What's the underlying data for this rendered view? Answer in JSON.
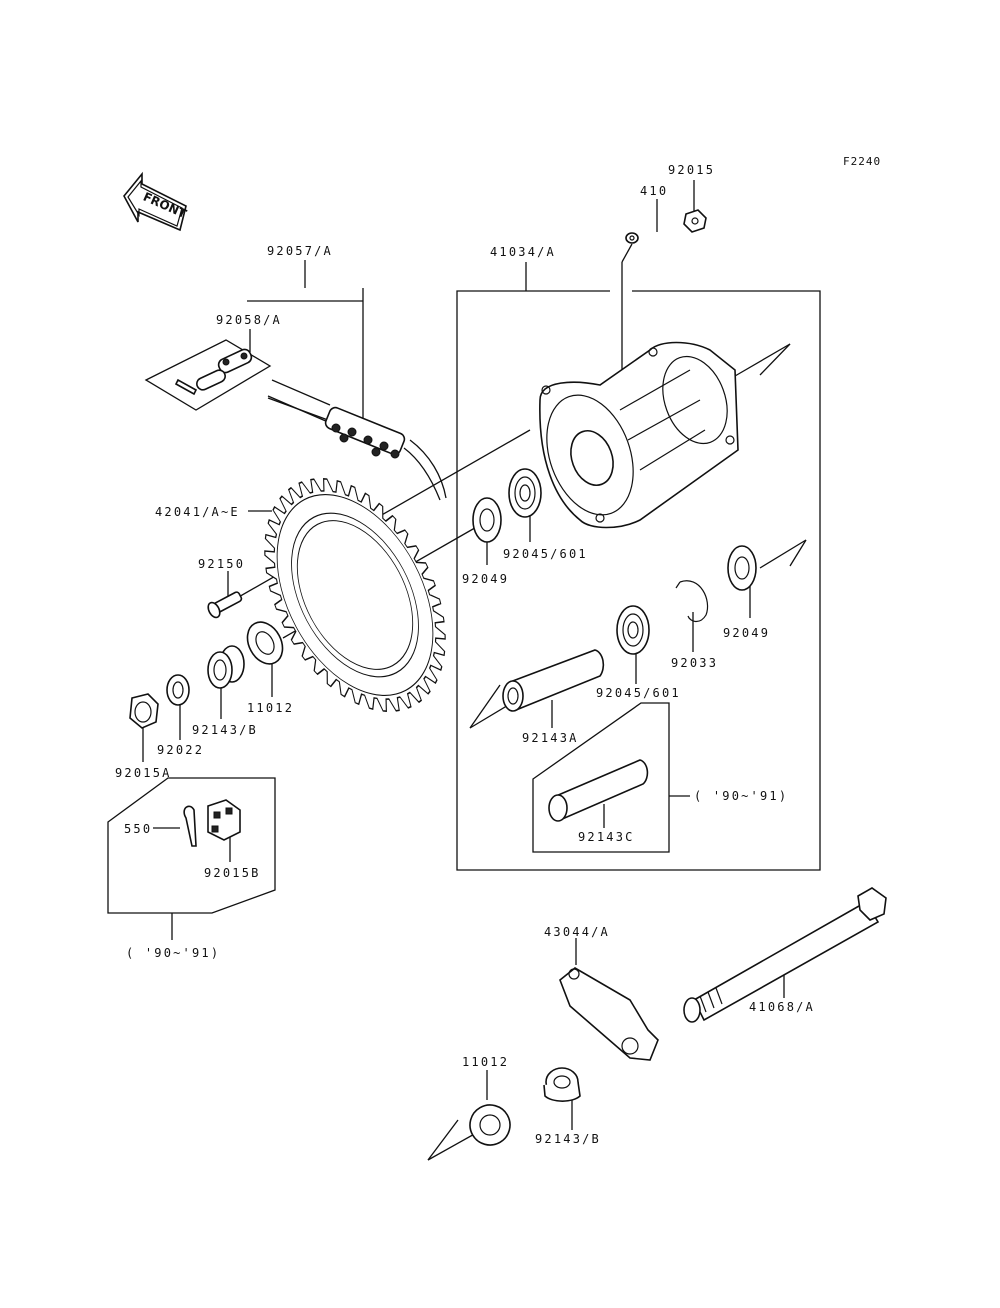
{
  "figure_code": "F2240",
  "front_arrow": "FRONT",
  "labels": {
    "p92015": "92015",
    "p410": "410",
    "p92057A": "92057/A",
    "p41034A": "41034/A",
    "p92058A": "92058/A",
    "p42041AE": "42041/A~E",
    "p92150": "92150",
    "p92049a": "92049",
    "p92045_601a": "92045/601",
    "p92049b": "92049",
    "p92033": "92033",
    "p92045_601b": "92045/601",
    "p11012a": "11012",
    "p92143B_a": "92143/B",
    "p92022": "92022",
    "p92015A": "92015A",
    "p92143A": "92143A",
    "p92143C": "92143C",
    "note90_91a": "( '90~'91)",
    "p550": "550",
    "p92015B": "92015B",
    "note90_91b": "( '90~'91)",
    "p43044A": "43044/A",
    "p41068A": "41068/A",
    "p11012b": "11012",
    "p92143B_b": "92143/B"
  }
}
